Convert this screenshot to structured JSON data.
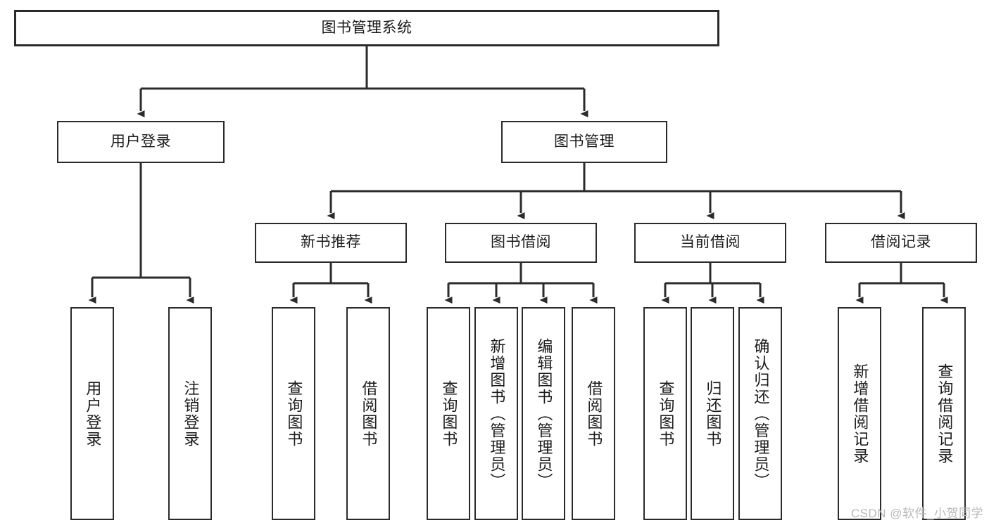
{
  "diagram": {
    "type": "tree-hierarchy",
    "title": "图书管理系统",
    "watermark": "CSDN @软件_小贺同学",
    "colors": {
      "box_border": "#2b2b2b",
      "box_fill": "#ffffff",
      "edge": "#2b2b2b",
      "text": "#1b1b1b",
      "watermark": "#b9b9b9"
    },
    "nodes": {
      "root": {
        "label": "图书管理系统"
      },
      "level1": [
        {
          "id": "user-login",
          "label": "用户登录"
        },
        {
          "id": "book-manage",
          "label": "图书管理"
        }
      ],
      "level2": [
        {
          "id": "new-book-recommend",
          "label": "新书推荐"
        },
        {
          "id": "book-borrow",
          "label": "图书借阅"
        },
        {
          "id": "current-borrow",
          "label": "当前借阅"
        },
        {
          "id": "borrow-record",
          "label": "借阅记录"
        }
      ],
      "leaves": {
        "user-login": [
          {
            "id": "leaf-user-login",
            "label": "用户登录"
          },
          {
            "id": "leaf-logout-login",
            "label": "注销登录"
          }
        ],
        "new-book-recommend": [
          {
            "id": "leaf-query-book-1",
            "label": "查询图书"
          },
          {
            "id": "leaf-borrow-book-1",
            "label": "借阅图书"
          }
        ],
        "book-borrow": [
          {
            "id": "leaf-query-book-2",
            "label": "查询图书"
          },
          {
            "id": "leaf-add-book",
            "label": "新增图书（管理员）"
          },
          {
            "id": "leaf-edit-book",
            "label": "编辑图书（管理员）"
          },
          {
            "id": "leaf-borrow-book-2",
            "label": "借阅图书"
          }
        ],
        "current-borrow": [
          {
            "id": "leaf-query-book-3",
            "label": "查询图书"
          },
          {
            "id": "leaf-return-book",
            "label": "归还图书"
          },
          {
            "id": "leaf-confirm-return",
            "label": "确认归还（管理员）"
          }
        ],
        "borrow-record": [
          {
            "id": "leaf-add-record",
            "label": "新增借阅记录"
          },
          {
            "id": "leaf-query-record",
            "label": "查询借阅记录"
          }
        ]
      }
    }
  }
}
